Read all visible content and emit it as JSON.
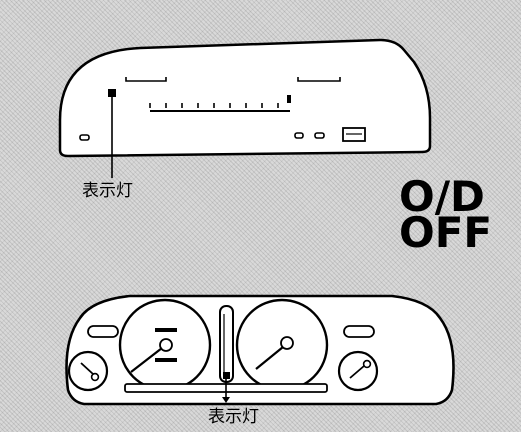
{
  "labels": {
    "indicator_top": "表示灯",
    "indicator_bottom": "表示灯"
  },
  "od_badge": {
    "line1": "O/D",
    "line2": "OFF"
  },
  "colors": {
    "background": "#d9d9d9",
    "line": "#000000",
    "panel_fill": "#ffffff"
  }
}
